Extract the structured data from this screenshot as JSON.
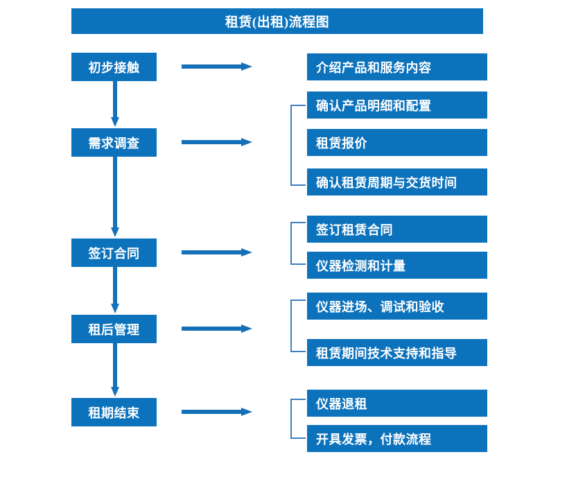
{
  "diagram": {
    "title": "租赁(出租)流程图",
    "colors": {
      "box_fill": "#0C72BC",
      "box_text": "#FFFFFF",
      "arrow": "#1470B8",
      "bracket": "#3C7EBF",
      "background": "#FFFFFF"
    },
    "stages": [
      {
        "label": "初步接触"
      },
      {
        "label": "需求调查"
      },
      {
        "label": "签订合同"
      },
      {
        "label": "租后管理"
      },
      {
        "label": "租期结束"
      }
    ],
    "details": [
      {
        "label": "介绍产品和服务内容"
      },
      {
        "label": "确认产品明细和配置"
      },
      {
        "label": "租赁报价"
      },
      {
        "label": "确认租赁周期与交货时间"
      },
      {
        "label": "签订租赁合同"
      },
      {
        "label": "仪器检测和计量"
      },
      {
        "label": "仪器进场、调试和验收"
      },
      {
        "label": "租赁期间技术支持和指导"
      },
      {
        "label": "仪器退租"
      },
      {
        "label": "开具发票，付款流程"
      }
    ],
    "connectors": {
      "horizontal_arrow_count": 5,
      "vertical_arrow_count": 4,
      "bracket_count": 4
    }
  }
}
